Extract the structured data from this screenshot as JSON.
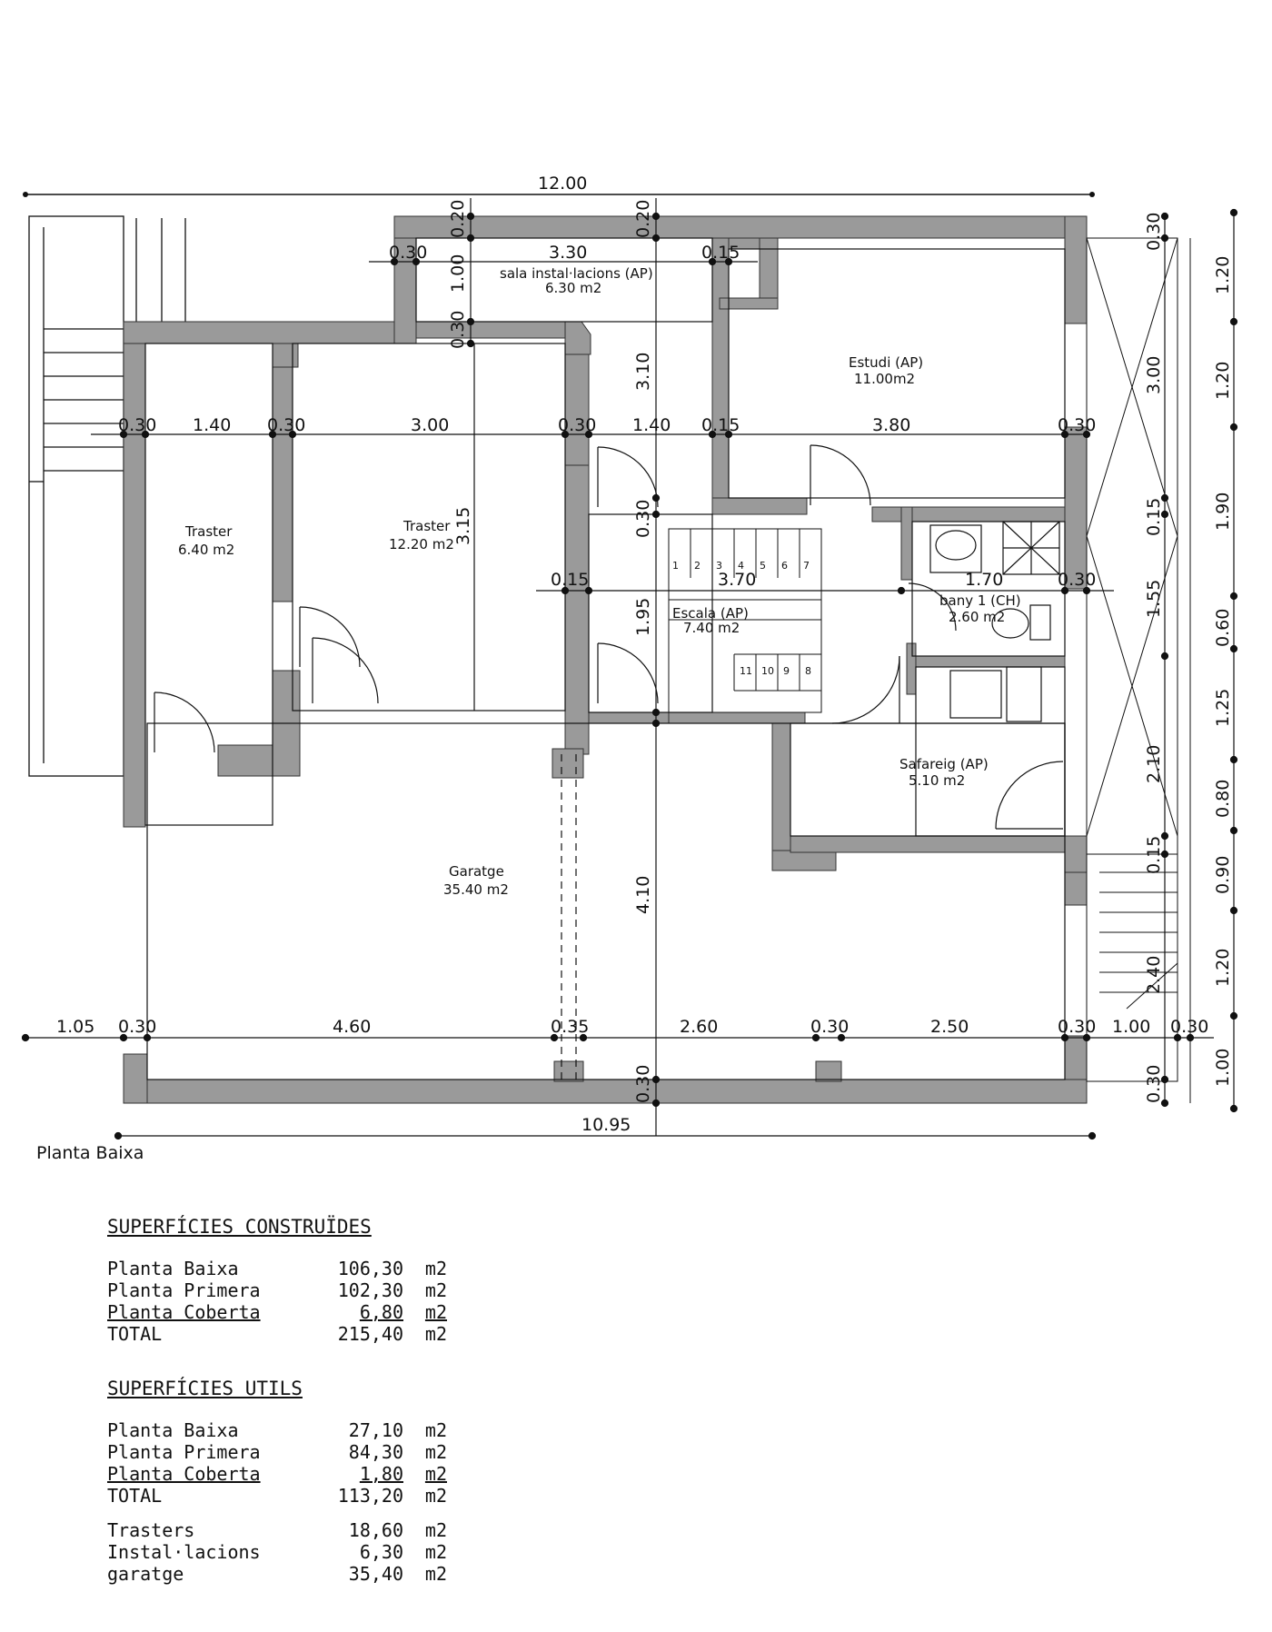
{
  "plan_title": "Planta Baixa",
  "rooms": {
    "installacions": {
      "name": "sala instal·lacions (AP)",
      "area": "6.30 m2"
    },
    "estudi": {
      "name": "Estudi (AP)",
      "area": "11.00m2"
    },
    "traster1": {
      "name": "Traster",
      "area": "6.40 m2"
    },
    "traster2": {
      "name": "Traster",
      "area": "12.20 m2"
    },
    "escala": {
      "name": "Escala (AP)",
      "area": "7.40 m2"
    },
    "bany": {
      "name": "bany 1 (CH)",
      "area": "2.60 m2"
    },
    "safareig": {
      "name": "Safareig (AP)",
      "area": "5.10 m2"
    },
    "garatge": {
      "name": "Garatge",
      "area": "35.40 m2"
    }
  },
  "dims": {
    "total_top": "12.00",
    "total_bottom": "10.95",
    "top_row": [
      "0.30",
      "3.30",
      "0.15"
    ],
    "mid_row": [
      "0.30",
      "1.40",
      "0.30",
      "3.00",
      "0.30",
      "1.40",
      "0.15",
      "3.80",
      "0.30"
    ],
    "stair_row": [
      "0.15",
      "3.70",
      "1.70",
      "0.30"
    ],
    "bottom_row": [
      "1.05",
      "0.30",
      "4.60",
      "0.35",
      "2.60",
      "0.30",
      "2.50",
      "0.30",
      "1.00",
      "0.30"
    ],
    "v_left": [
      "0.20",
      "1.00",
      "0.30"
    ],
    "v_center": [
      "0.20",
      "3.10",
      "0.30",
      "1.95",
      "4.10",
      "0.30"
    ],
    "v_inner": "3.15",
    "v_right_inner": [
      "0.30",
      "3.00",
      "0.15",
      "1.55",
      "2.10",
      "0.15",
      "2.40",
      "0.30"
    ],
    "v_right_outer": [
      "1.20",
      "1.20",
      "1.90",
      "0.60",
      "1.25",
      "0.80",
      "0.90",
      "1.20",
      "1.00"
    ]
  },
  "stairs": {
    "upper": [
      "1",
      "2",
      "3",
      "4",
      "5",
      "6",
      "7"
    ],
    "lower": [
      "11",
      "10",
      "9",
      "8"
    ]
  },
  "construides": {
    "title": "SUPERFÍCIES CONSTRUÏDES",
    "rows": [
      {
        "name": "Planta Baixa",
        "value": "106,30",
        "unit": "m2"
      },
      {
        "name": "Planta Primera",
        "value": "102,30",
        "unit": "m2"
      },
      {
        "name": "Planta Coberta",
        "value": "6,80",
        "unit": "m2"
      },
      {
        "name": "TOTAL",
        "value": "215,40",
        "unit": "m2"
      }
    ]
  },
  "utils": {
    "title": "SUPERFÍCIES UTILS",
    "rows": [
      {
        "name": "Planta Baixa",
        "value": "27,10",
        "unit": "m2"
      },
      {
        "name": "Planta Primera",
        "value": "84,30",
        "unit": "m2"
      },
      {
        "name": "Planta Coberta",
        "value": "1,80",
        "unit": "m2"
      },
      {
        "name": "TOTAL",
        "value": "113,20",
        "unit": "m2"
      }
    ],
    "extra": [
      {
        "name": "Trasters",
        "value": "18,60",
        "unit": "m2"
      },
      {
        "name": "Instal·lacions",
        "value": "6,30",
        "unit": "m2"
      },
      {
        "name": "garatge",
        "value": "35,40",
        "unit": "m2"
      }
    ]
  }
}
